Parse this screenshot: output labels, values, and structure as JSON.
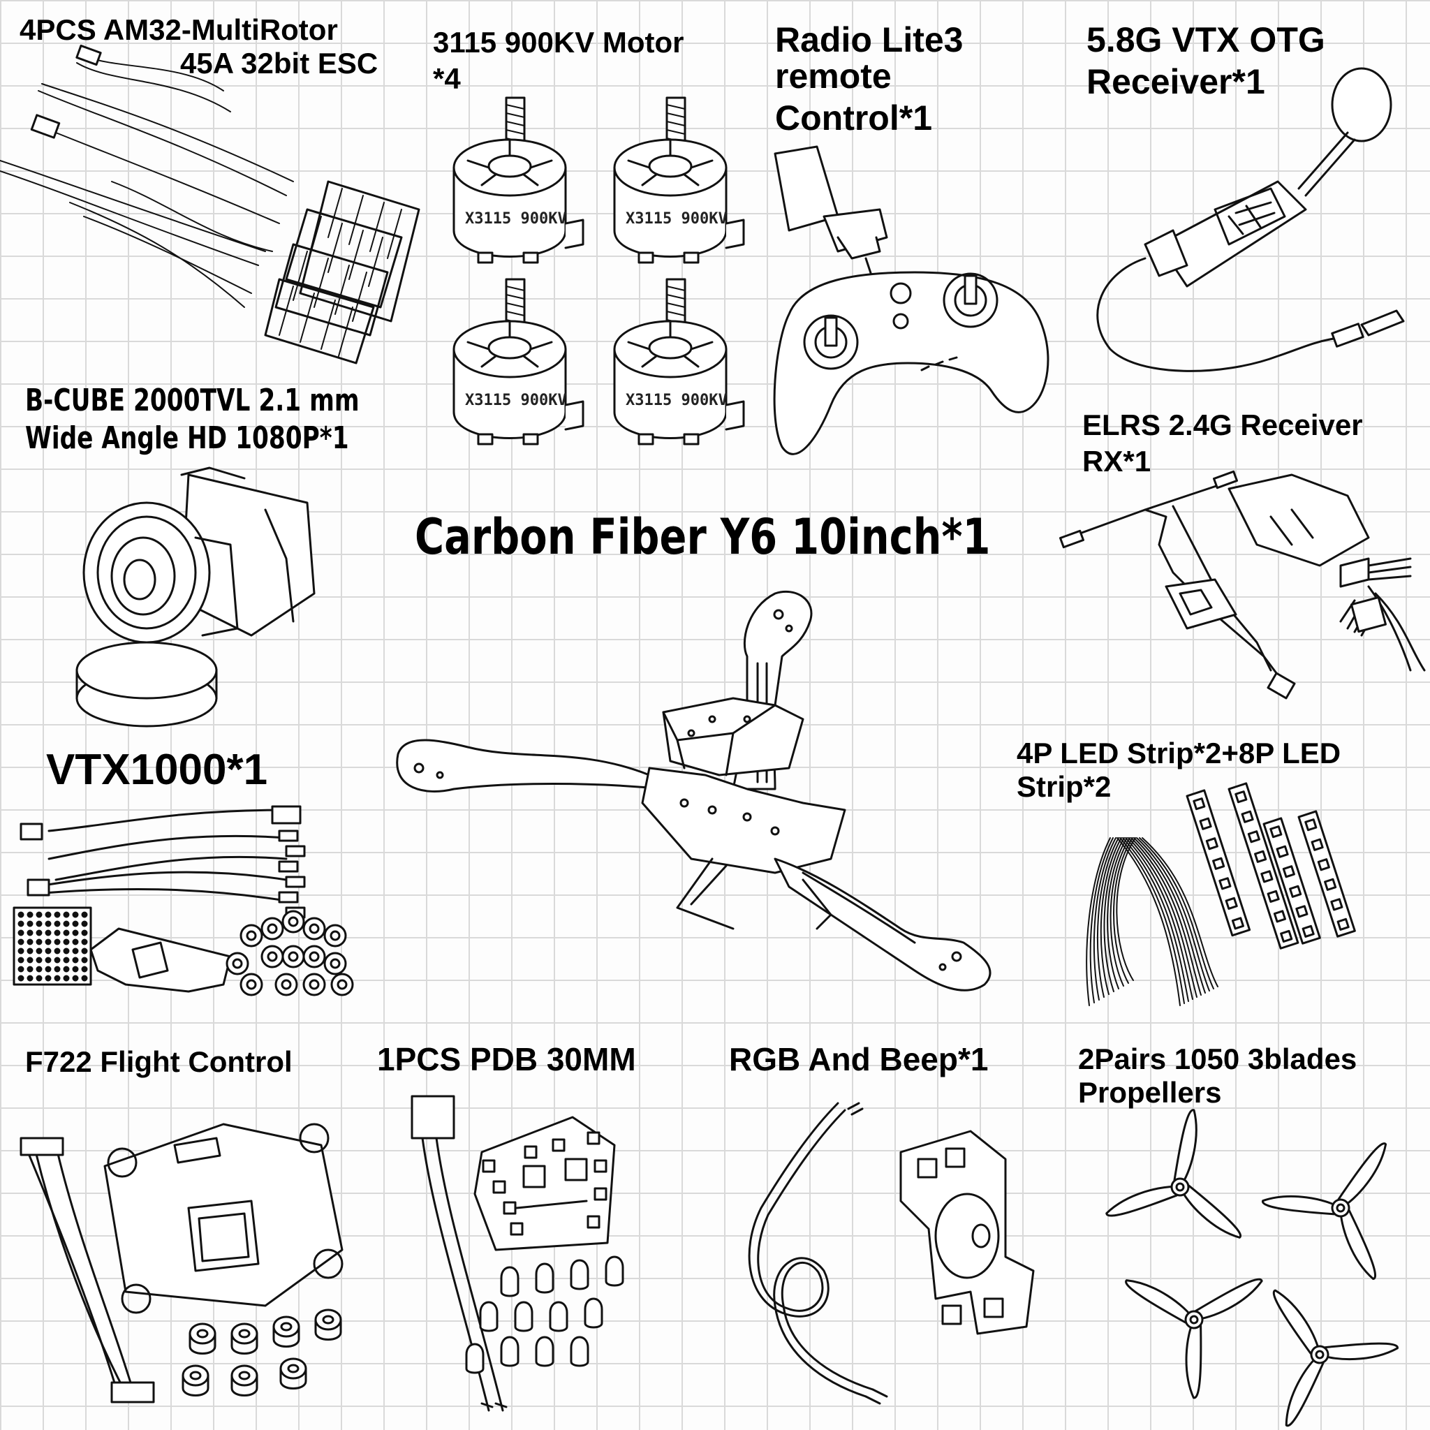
{
  "components": {
    "esc": {
      "title_line1": "4PCS AM32-MultiRotor",
      "title_line2": "45A 32bit ESC"
    },
    "motor": {
      "title_line1": "3115 900KV Motor",
      "title_line2": "*4",
      "marking": "X3115 900KV"
    },
    "radio": {
      "title_line1": "Radio Lite3",
      "title_line2": "remote",
      "title_line3": "Control*1"
    },
    "otg": {
      "title_line1": "5.8G VTX OTG",
      "title_line2": "Receiver*1"
    },
    "camera": {
      "title_line1": "B-CUBE 2000TVL 2.1 mm",
      "title_line2": "Wide Angle HD 1080P*1"
    },
    "frame": {
      "title": "Carbon  Fiber Y6 10inch*1"
    },
    "elrs": {
      "title_line1": "ELRS 2.4G Receiver",
      "title_line2": "RX*1"
    },
    "vtx": {
      "title": "VTX1000*1"
    },
    "led": {
      "title_line1": "4P LED Strip*2+8P LED",
      "title_line2": "Strip*2"
    },
    "fc": {
      "title": "F722 Flight Control"
    },
    "pdb": {
      "title": "1PCS PDB 30MM"
    },
    "rgb": {
      "title": "RGB And Beep*1"
    },
    "props": {
      "title_line1": "2Pairs 1050 3blades",
      "title_line2": "Propellers"
    }
  },
  "icons": {
    "esc": "esc-boards-icon",
    "motor": "brushless-motor-icon",
    "radio": "remote-controller-icon",
    "otg": "otg-receiver-icon",
    "camera": "fpv-camera-icon",
    "frame": "y6-frame-icon",
    "elrs": "elrs-receiver-icon",
    "vtx": "vtx-board-icon",
    "led": "led-strip-icon",
    "fc": "flight-controller-icon",
    "pdb": "pdb-board-icon",
    "rgb": "rgb-beeper-icon",
    "props": "propeller-icon"
  },
  "colors": {
    "grid": "#d9d9d9",
    "line": "#111111",
    "background": "#fdfdfd"
  }
}
